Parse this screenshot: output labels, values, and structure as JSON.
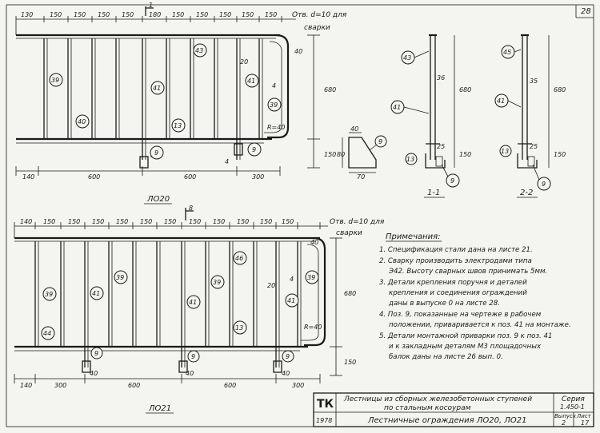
{
  "sheet": {
    "number": "28"
  },
  "drawing_lo20": {
    "title": "ЛО20",
    "top_dims": [
      "130",
      "150",
      "150",
      "150",
      "150",
      "180",
      "150",
      "150",
      "150",
      "150",
      "150"
    ],
    "hole_note": "Отв. d=10 для",
    "hole_note2": "сварки",
    "bottom_dims": [
      "140",
      "600",
      "600",
      "300"
    ],
    "height_dims": [
      "680",
      "150"
    ],
    "small_dims": [
      "40",
      "20",
      "4",
      "R=40",
      "4",
      "40"
    ],
    "marks": [
      "39",
      "40",
      "41",
      "43",
      "13",
      "41",
      "39",
      "9",
      "9"
    ]
  },
  "drawing_lo21": {
    "title": "ЛО21",
    "top_dims": [
      "140",
      "150",
      "150",
      "150",
      "150",
      "150",
      "150",
      "150",
      "150",
      "150",
      "150",
      "150"
    ],
    "hole_note": "Отв. d=10 для",
    "hole_note2": "сварки",
    "bottom_dims": [
      "140",
      "300",
      "600",
      "600",
      "300"
    ],
    "height_dims": [
      "680",
      "150"
    ],
    "small_dims": [
      "40",
      "20",
      "4",
      "R=40",
      "40",
      "40",
      "40"
    ],
    "marks": [
      "39",
      "44",
      "41",
      "39",
      "39",
      "41",
      "46",
      "13",
      "41",
      "39",
      "9",
      "9",
      "9"
    ]
  },
  "section_8": {
    "label": "8"
  },
  "section_1_marker": {
    "label": "1"
  },
  "detail_9": {
    "dims": [
      "40",
      "80",
      "70"
    ],
    "mark": "9"
  },
  "section_1_1": {
    "title": "1-1",
    "marks": [
      "43",
      "41",
      "13",
      "9"
    ],
    "dims": [
      "36",
      "680",
      "25",
      "150"
    ]
  },
  "section_2_2": {
    "title": "2-2",
    "marks": [
      "45",
      "41",
      "13",
      "9"
    ],
    "dims": [
      "35",
      "680",
      "25",
      "150"
    ]
  },
  "notes": {
    "heading": "Примечания:",
    "items": [
      "1. Спецификация стали дана на листе 21.",
      "2. Сварку производить электродами типа",
      "Э42. Высоту сварных швов принимать 5мм.",
      "3. Детали крепления поручня и деталей",
      "крепления и соединения ограждений",
      "даны в выпуске 0 на листе 28.",
      "4. Поз. 9, показанные на чертеже в рабочем",
      "положении, приваривается к поз. 41 на монтаже.",
      "5. Детали монтажной приварки поз. 9 к поз. 41",
      "и к закладным деталям М3 площадочных",
      "балок даны на листе 26 вып. 0."
    ]
  },
  "title_block": {
    "org": "ТК",
    "year": "1978",
    "project_line1": "Лестницы из сборных железобетонных ступеней",
    "project_line2": "по стальным косоурам",
    "series_label": "Серия",
    "series_value": "1.450-1",
    "sheet_title": "Лестничные ограждения ЛО20, ЛО21",
    "issue_label": "Выпуск",
    "issue_value": "2",
    "sheet_label": "Лист",
    "sheet_value": "17"
  }
}
